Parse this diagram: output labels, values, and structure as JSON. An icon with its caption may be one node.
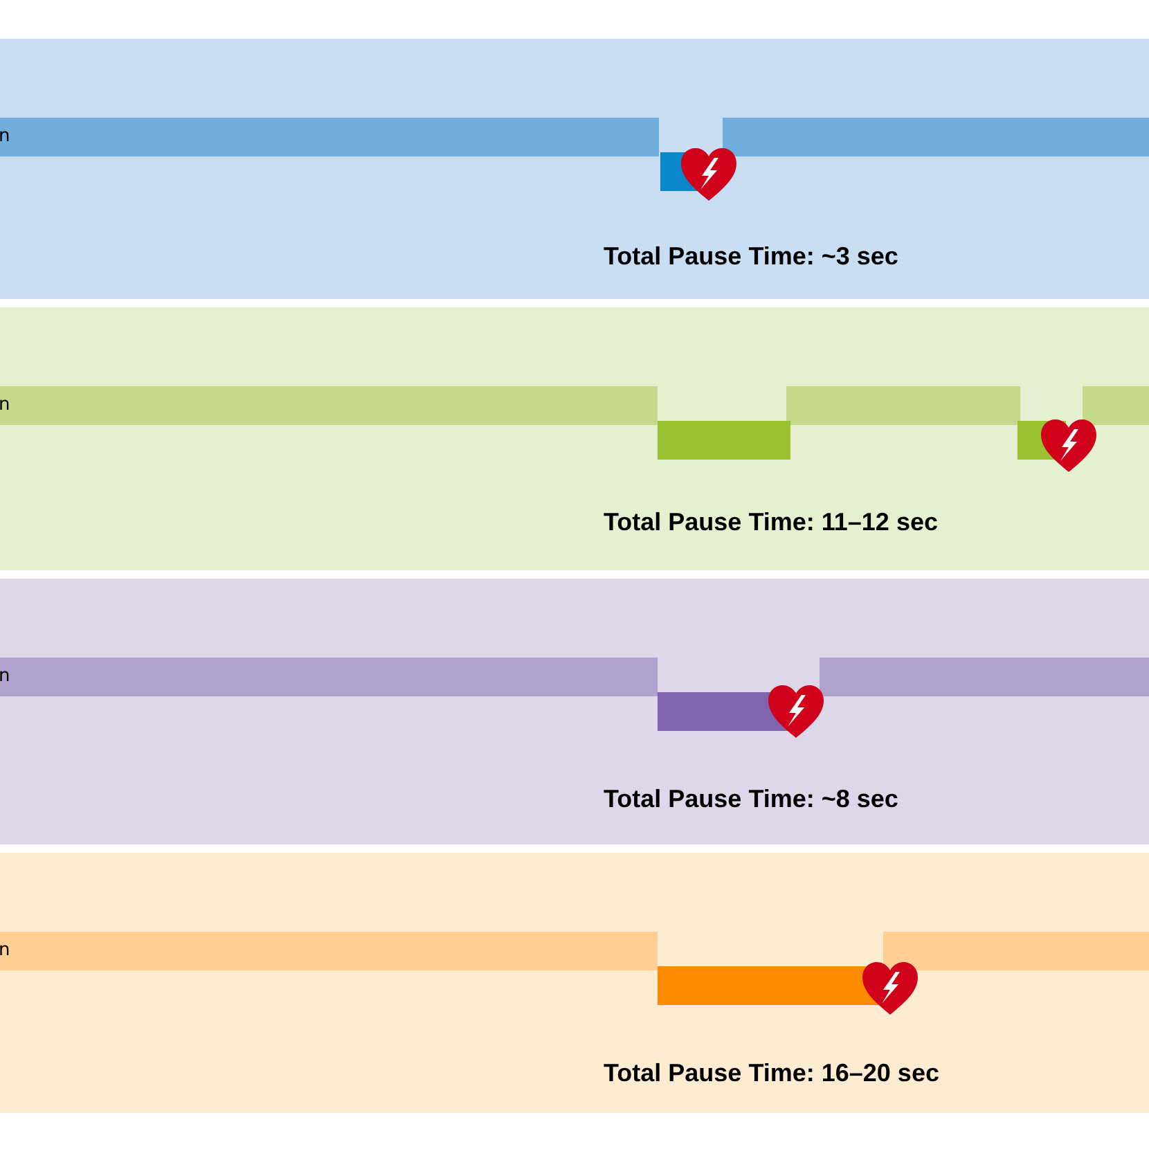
{
  "diagram": {
    "labels": [
      "n",
      "Total Pause Time: ~3 sec",
      "n",
      "Total Pause Time: 11–12 sec",
      "n",
      "Total Pause Time: ~8 sec",
      "n",
      "Total Pause Time: 16–20 sec"
    ]
  }
}
